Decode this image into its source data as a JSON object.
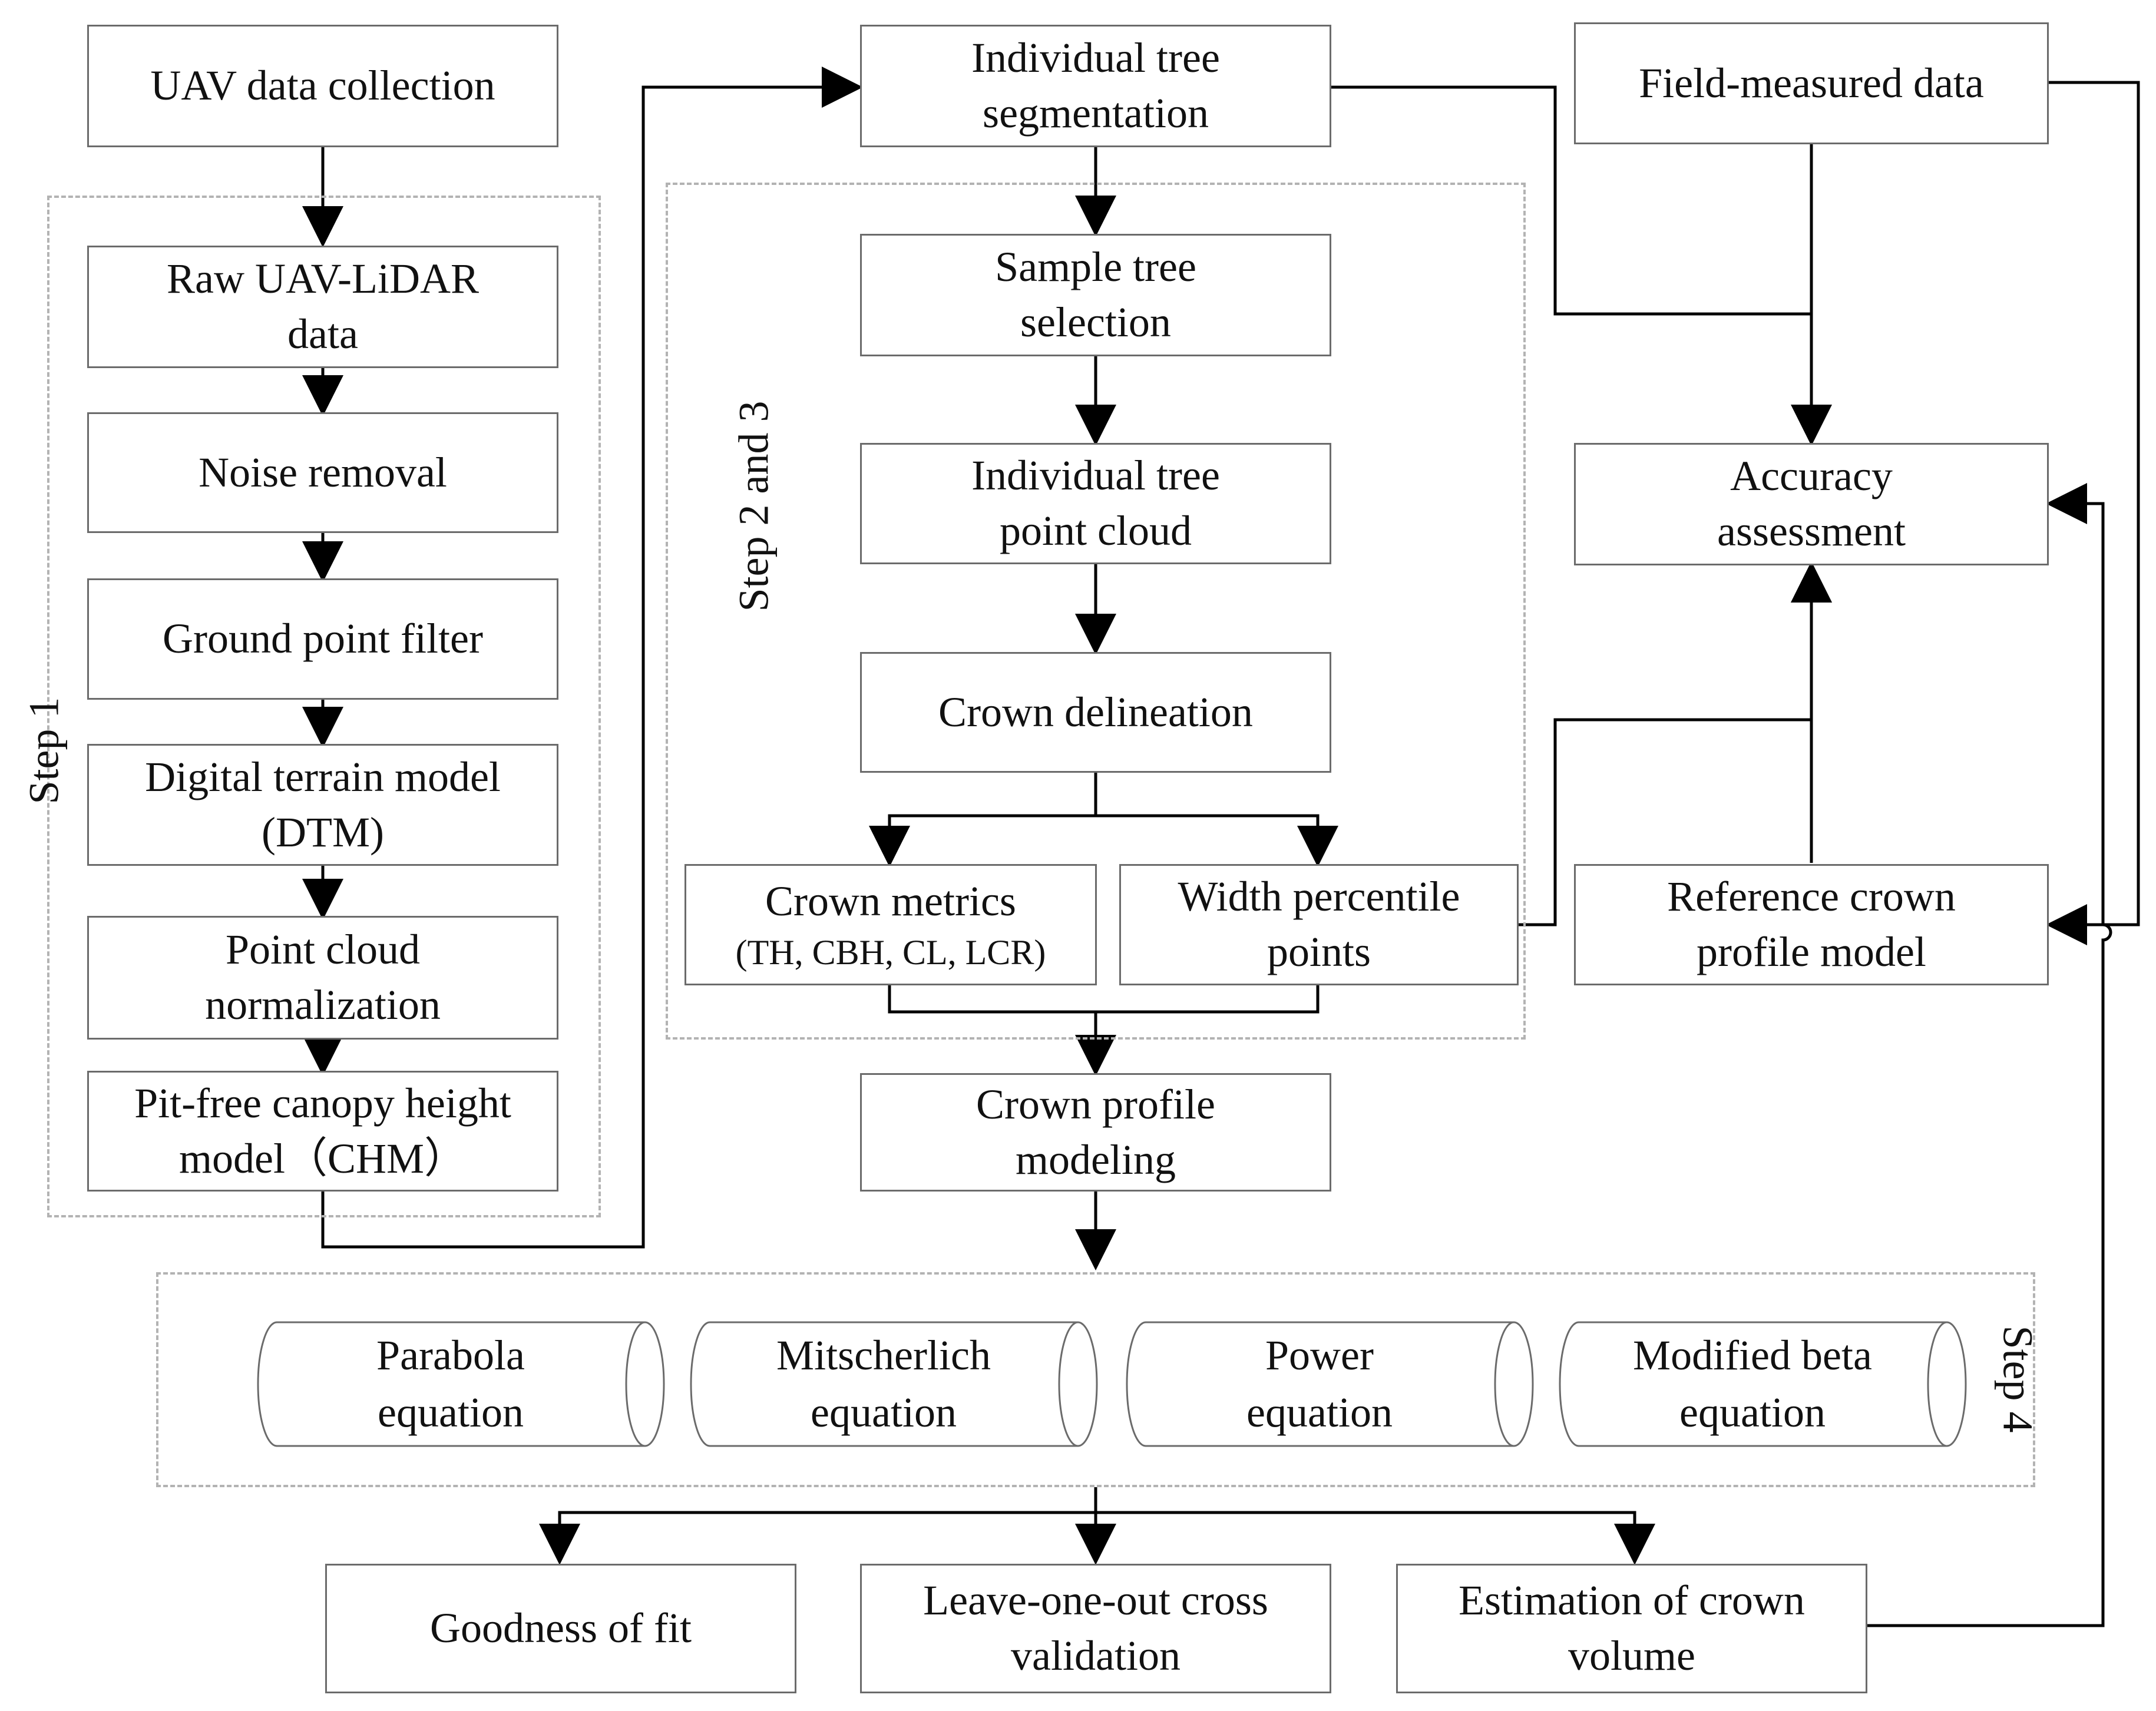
{
  "step_labels": {
    "step1": "Step 1",
    "step2_3": "Step 2 and 3",
    "step4": "Step 4"
  },
  "step1_chain": [
    "UAV data collection",
    "Raw UAV-LiDAR\ndata",
    "Noise removal",
    "Ground point filter",
    "Digital terrain model\n(DTM)",
    "Point cloud\nnormalization",
    "Pit-free canopy height\nmodel（CHM）"
  ],
  "step2_3_chain": [
    "Individual tree\nsegmentation",
    "Sample tree\nselection",
    "Individual tree\npoint cloud",
    "Crown delineation"
  ],
  "crown_metrics": {
    "title": "Crown metrics",
    "detail": "(TH, CBH, CL, LCR)"
  },
  "width_percentile": "Width percentile\npoints",
  "crown_profile_modeling": "Crown profile\nmodeling",
  "validation_chain": [
    "Field-measured data",
    "Accuracy\nassessment",
    "Reference crown\nprofile model"
  ],
  "equations": [
    "Parabola\nequation",
    "Mitscherlich\nequation",
    "Power\nequation",
    "Modified beta\nequation"
  ],
  "outputs": [
    "Goodness of fit",
    "Leave-one-out cross\nvalidation",
    "Estimation of crown\nvolume"
  ]
}
